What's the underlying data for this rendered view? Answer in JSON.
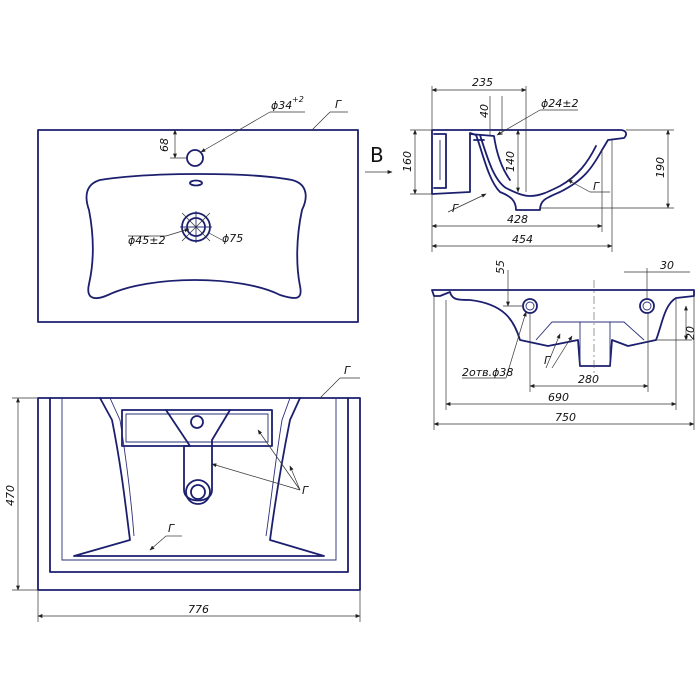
{
  "top_view": {
    "dim_hole_offset": "68",
    "dim_tap_hole": "ϕ34",
    "dim_tap_hole_tol": "+2",
    "dim_drain_hole": "ϕ45±2",
    "dim_drain_outer": "ϕ75",
    "glaze_mark": "Г"
  },
  "section_b_view": {
    "view_letter": "B",
    "dim_width_top": "235",
    "dim_40": "40",
    "dim_overflow": "ϕ24±2",
    "dim_140": "140",
    "dim_height_160": "160",
    "dim_height_190": "190",
    "dim_428": "428",
    "dim_454": "454",
    "glaze_mark_left": "Г",
    "glaze_mark_right": "Г"
  },
  "side_view": {
    "dim_55": "55",
    "dim_30": "30",
    "dim_20": "20",
    "dim_mount_holes": "2отв.ϕ38",
    "dim_280": "280",
    "dim_690": "690",
    "dim_750": "750",
    "glaze_mark": "Г"
  },
  "bottom_view": {
    "dim_height_470": "470",
    "dim_width_776": "776",
    "glaze_mark_top": "Г",
    "glaze_mark_mid": "Г",
    "glaze_mark_bottom": "Г"
  }
}
